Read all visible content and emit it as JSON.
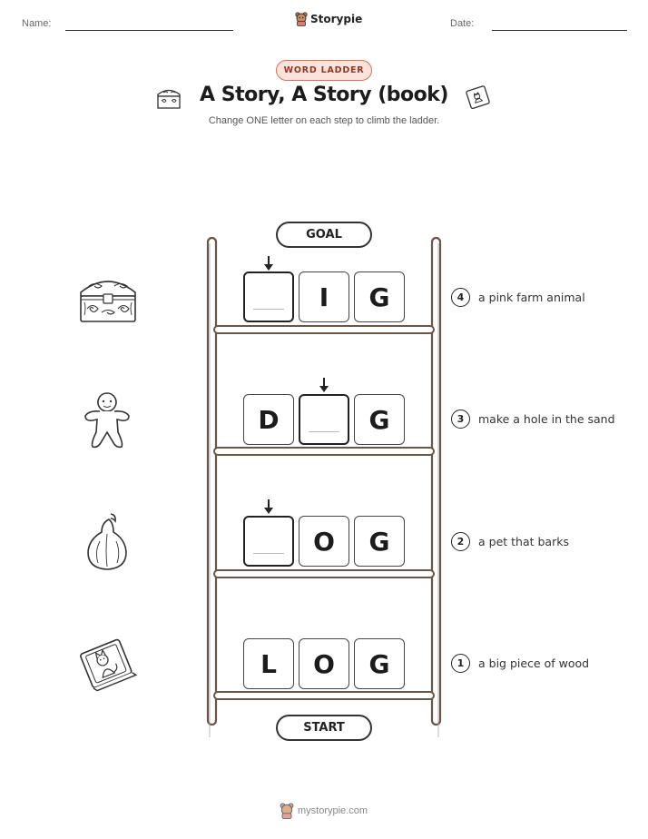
{
  "header": {
    "name_label": "Name:",
    "date_label": "Date:",
    "logo_text": "Storypie"
  },
  "badge": "WORD LADDER",
  "title": "A Story, A Story (book)",
  "subtitle": "Change ONE letter on each step to climb the ladder.",
  "goal_label": "GOAL",
  "start_label": "START",
  "rows": [
    {
      "num": "4",
      "clue": "a pink farm animal",
      "picture": "treasure-chest",
      "letters": [
        "",
        "I",
        "G"
      ]
    },
    {
      "num": "3",
      "clue": "make a hole in the sand",
      "picture": "gingerbread-man",
      "letters": [
        "D",
        "",
        "G"
      ]
    },
    {
      "num": "2",
      "clue": "a pet that barks",
      "picture": "gourd",
      "letters": [
        "",
        "O",
        "G"
      ]
    },
    {
      "num": "1",
      "clue": "a big piece of wood",
      "picture": "cat-book",
      "letters": [
        "L",
        "O",
        "G"
      ]
    }
  ],
  "footer": "mystorypie.com",
  "colors": {
    "badge_bg": "#fbe3dc",
    "badge_border": "#d87058",
    "ladder_wood": "#6b5448"
  }
}
